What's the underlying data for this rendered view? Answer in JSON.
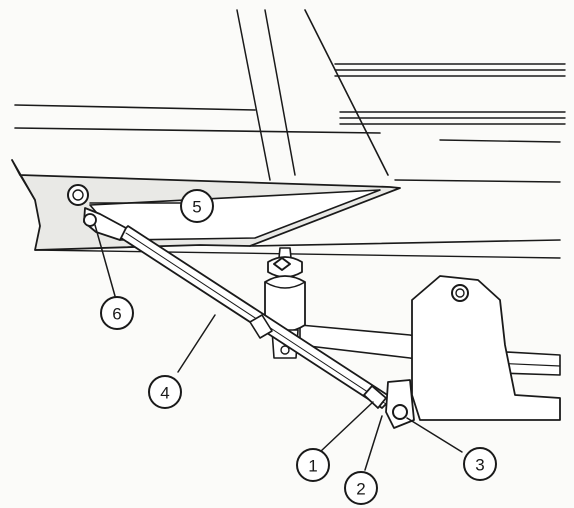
{
  "callouts": [
    {
      "id": "1",
      "label": "1"
    },
    {
      "id": "2",
      "label": "2"
    },
    {
      "id": "3",
      "label": "3"
    },
    {
      "id": "4",
      "label": "4"
    },
    {
      "id": "5",
      "label": "5"
    },
    {
      "id": "6",
      "label": "6"
    }
  ],
  "colors": {
    "ink": "#1a1a1a",
    "paper": "#fbfbf9"
  }
}
